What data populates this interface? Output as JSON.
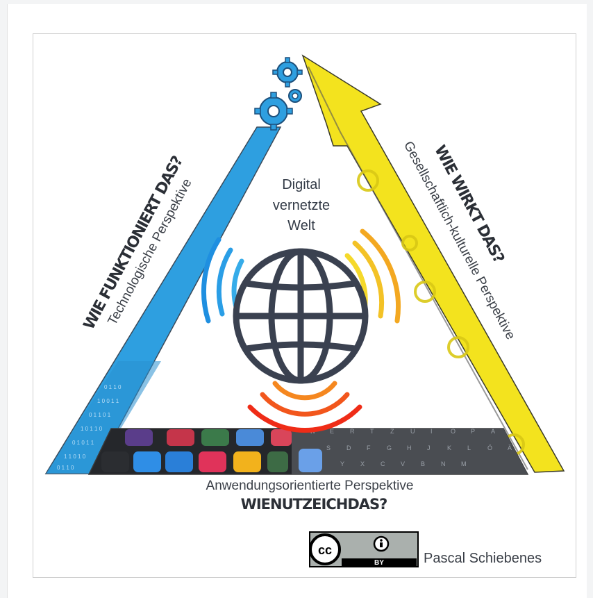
{
  "center": {
    "line1": "Digital",
    "line2": "vernetzte",
    "line3": "Welt"
  },
  "left_side": {
    "question": "WIE FUNKTIONIERT DAS?",
    "perspective": "Technologische Perspektive"
  },
  "right_side": {
    "question": "WIE WIRKT DAS?",
    "perspective": "Gesellschaftlich-kulturelle Perspektive"
  },
  "bottom_side": {
    "perspective": "Anwendungsorientierte Perspektive",
    "question": "WIENUTZEICHDAS?"
  },
  "license": {
    "cc": "cc",
    "by": "BY"
  },
  "author": "Pascal Schiebenes",
  "keyboard_keys": [
    "W",
    "E",
    "R",
    "T",
    "Z",
    "U",
    "I",
    "O",
    "P",
    "A",
    "S",
    "D",
    "F",
    "G",
    "H",
    "J",
    "K",
    "L",
    "Ö",
    "Ä",
    "Y",
    "X",
    "C",
    "V",
    "B",
    "N",
    "M"
  ],
  "colors": {
    "blue": "#2d9de0",
    "yellow": "#f1e21f",
    "globe": "#3a4150",
    "warm": "#f24a1a"
  }
}
